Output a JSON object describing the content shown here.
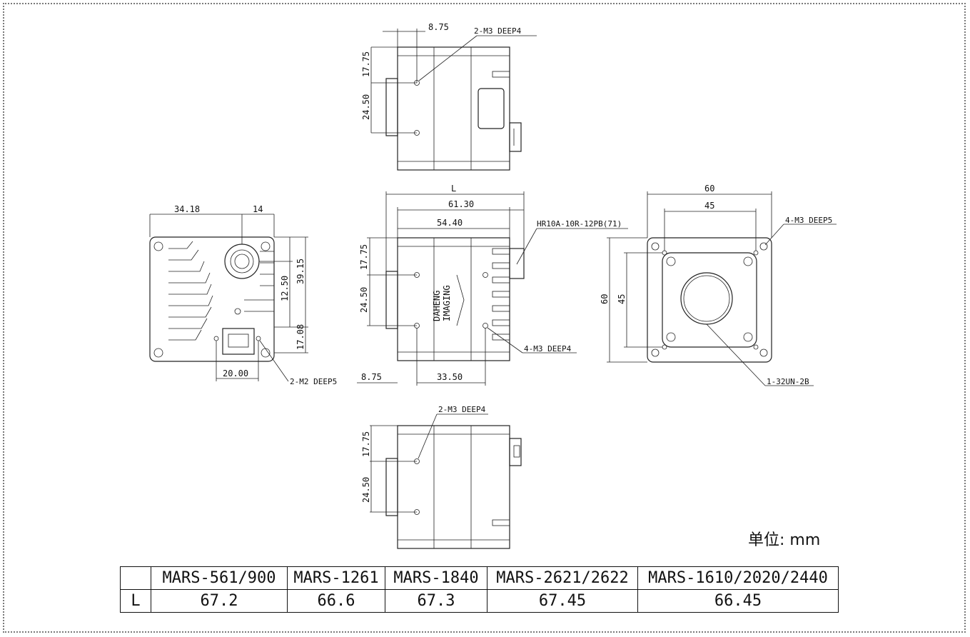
{
  "unit_label": "单位: mm",
  "dimensions": {
    "top_view": {
      "offset_875": "8.75",
      "h1775": "17.75",
      "h2450": "24.50",
      "note": "2-M3 DEEP4"
    },
    "rear_view": {
      "w3418": "34.18",
      "w14": "14",
      "h1250": "12.50",
      "h3915": "39.15",
      "h1708": "17.08",
      "w2000": "20.00",
      "note": "2-M2 DEEP5"
    },
    "side_view": {
      "L": "L",
      "w6130": "61.30",
      "w5440": "54.40",
      "connector": "HR10A-10R-12PB(71)",
      "h1775": "17.75",
      "h2450": "24.50",
      "offset_875": "8.75",
      "w3350": "33.50",
      "note": "4-M3 DEEP4",
      "logo_line1": "DAHENG",
      "logo_line2": "IMAGING"
    },
    "front_view": {
      "w60": "60",
      "w45": "45",
      "h60": "60",
      "h45": "45",
      "note_holes": "4-M3 DEEP5",
      "note_mount": "1-32UN-2B"
    },
    "bottom_view": {
      "h1775": "17.75",
      "h2450": "24.50",
      "note": "2-M3 DEEP4"
    }
  },
  "table": {
    "header": [
      "",
      "MARS-561/900",
      "MARS-1261",
      "MARS-1840",
      "MARS-2621/2622",
      "MARS-1610/2020/2440"
    ],
    "row": [
      "L",
      "67.2",
      "66.6",
      "67.3",
      "67.45",
      "66.45"
    ]
  }
}
